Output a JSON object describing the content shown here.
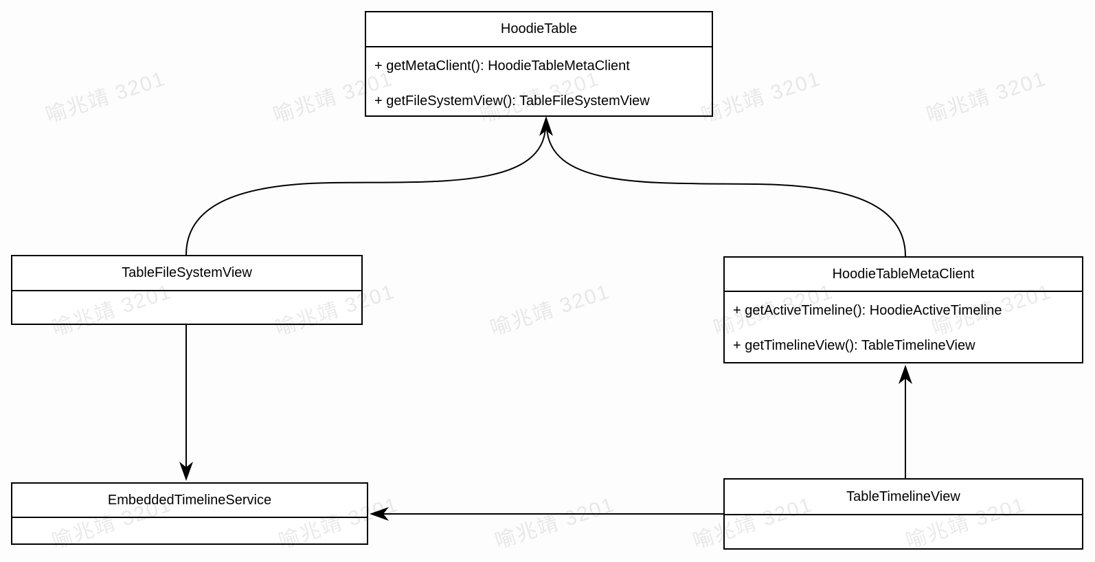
{
  "watermark": {
    "text": "喻兆靖 3201"
  },
  "diagram": {
    "type": "uml-class-diagram",
    "classes": [
      {
        "name": "HoodieTable",
        "methods": [
          "+ getMetaClient(): HoodieTableMetaClient",
          "+ getFileSystemView(): TableFileSystemView"
        ]
      },
      {
        "name": "TableFileSystemView",
        "methods": []
      },
      {
        "name": "HoodieTableMetaClient",
        "methods": [
          "+ getActiveTimeline(): HoodieActiveTimeline",
          "+ getTimelineView(): TableTimelineView"
        ]
      },
      {
        "name": "EmbeddedTimelineService",
        "methods": []
      },
      {
        "name": "TableTimelineView",
        "methods": []
      }
    ],
    "relations": [
      {
        "from": "TableFileSystemView",
        "to": "HoodieTable",
        "style": "curved-arrow"
      },
      {
        "from": "HoodieTableMetaClient",
        "to": "HoodieTable",
        "style": "curved-arrow"
      },
      {
        "from": "TableFileSystemView",
        "to": "EmbeddedTimelineService",
        "style": "straight-arrow"
      },
      {
        "from": "TableTimelineView",
        "to": "HoodieTableMetaClient",
        "style": "straight-arrow"
      },
      {
        "from": "TableTimelineView",
        "to": "EmbeddedTimelineService",
        "style": "straight-arrow"
      }
    ],
    "colors": {
      "line": "#000000",
      "box_fill": "#ffffff",
      "background": "#fdfdfd",
      "watermark": "rgba(0,0,0,0.08)"
    }
  }
}
